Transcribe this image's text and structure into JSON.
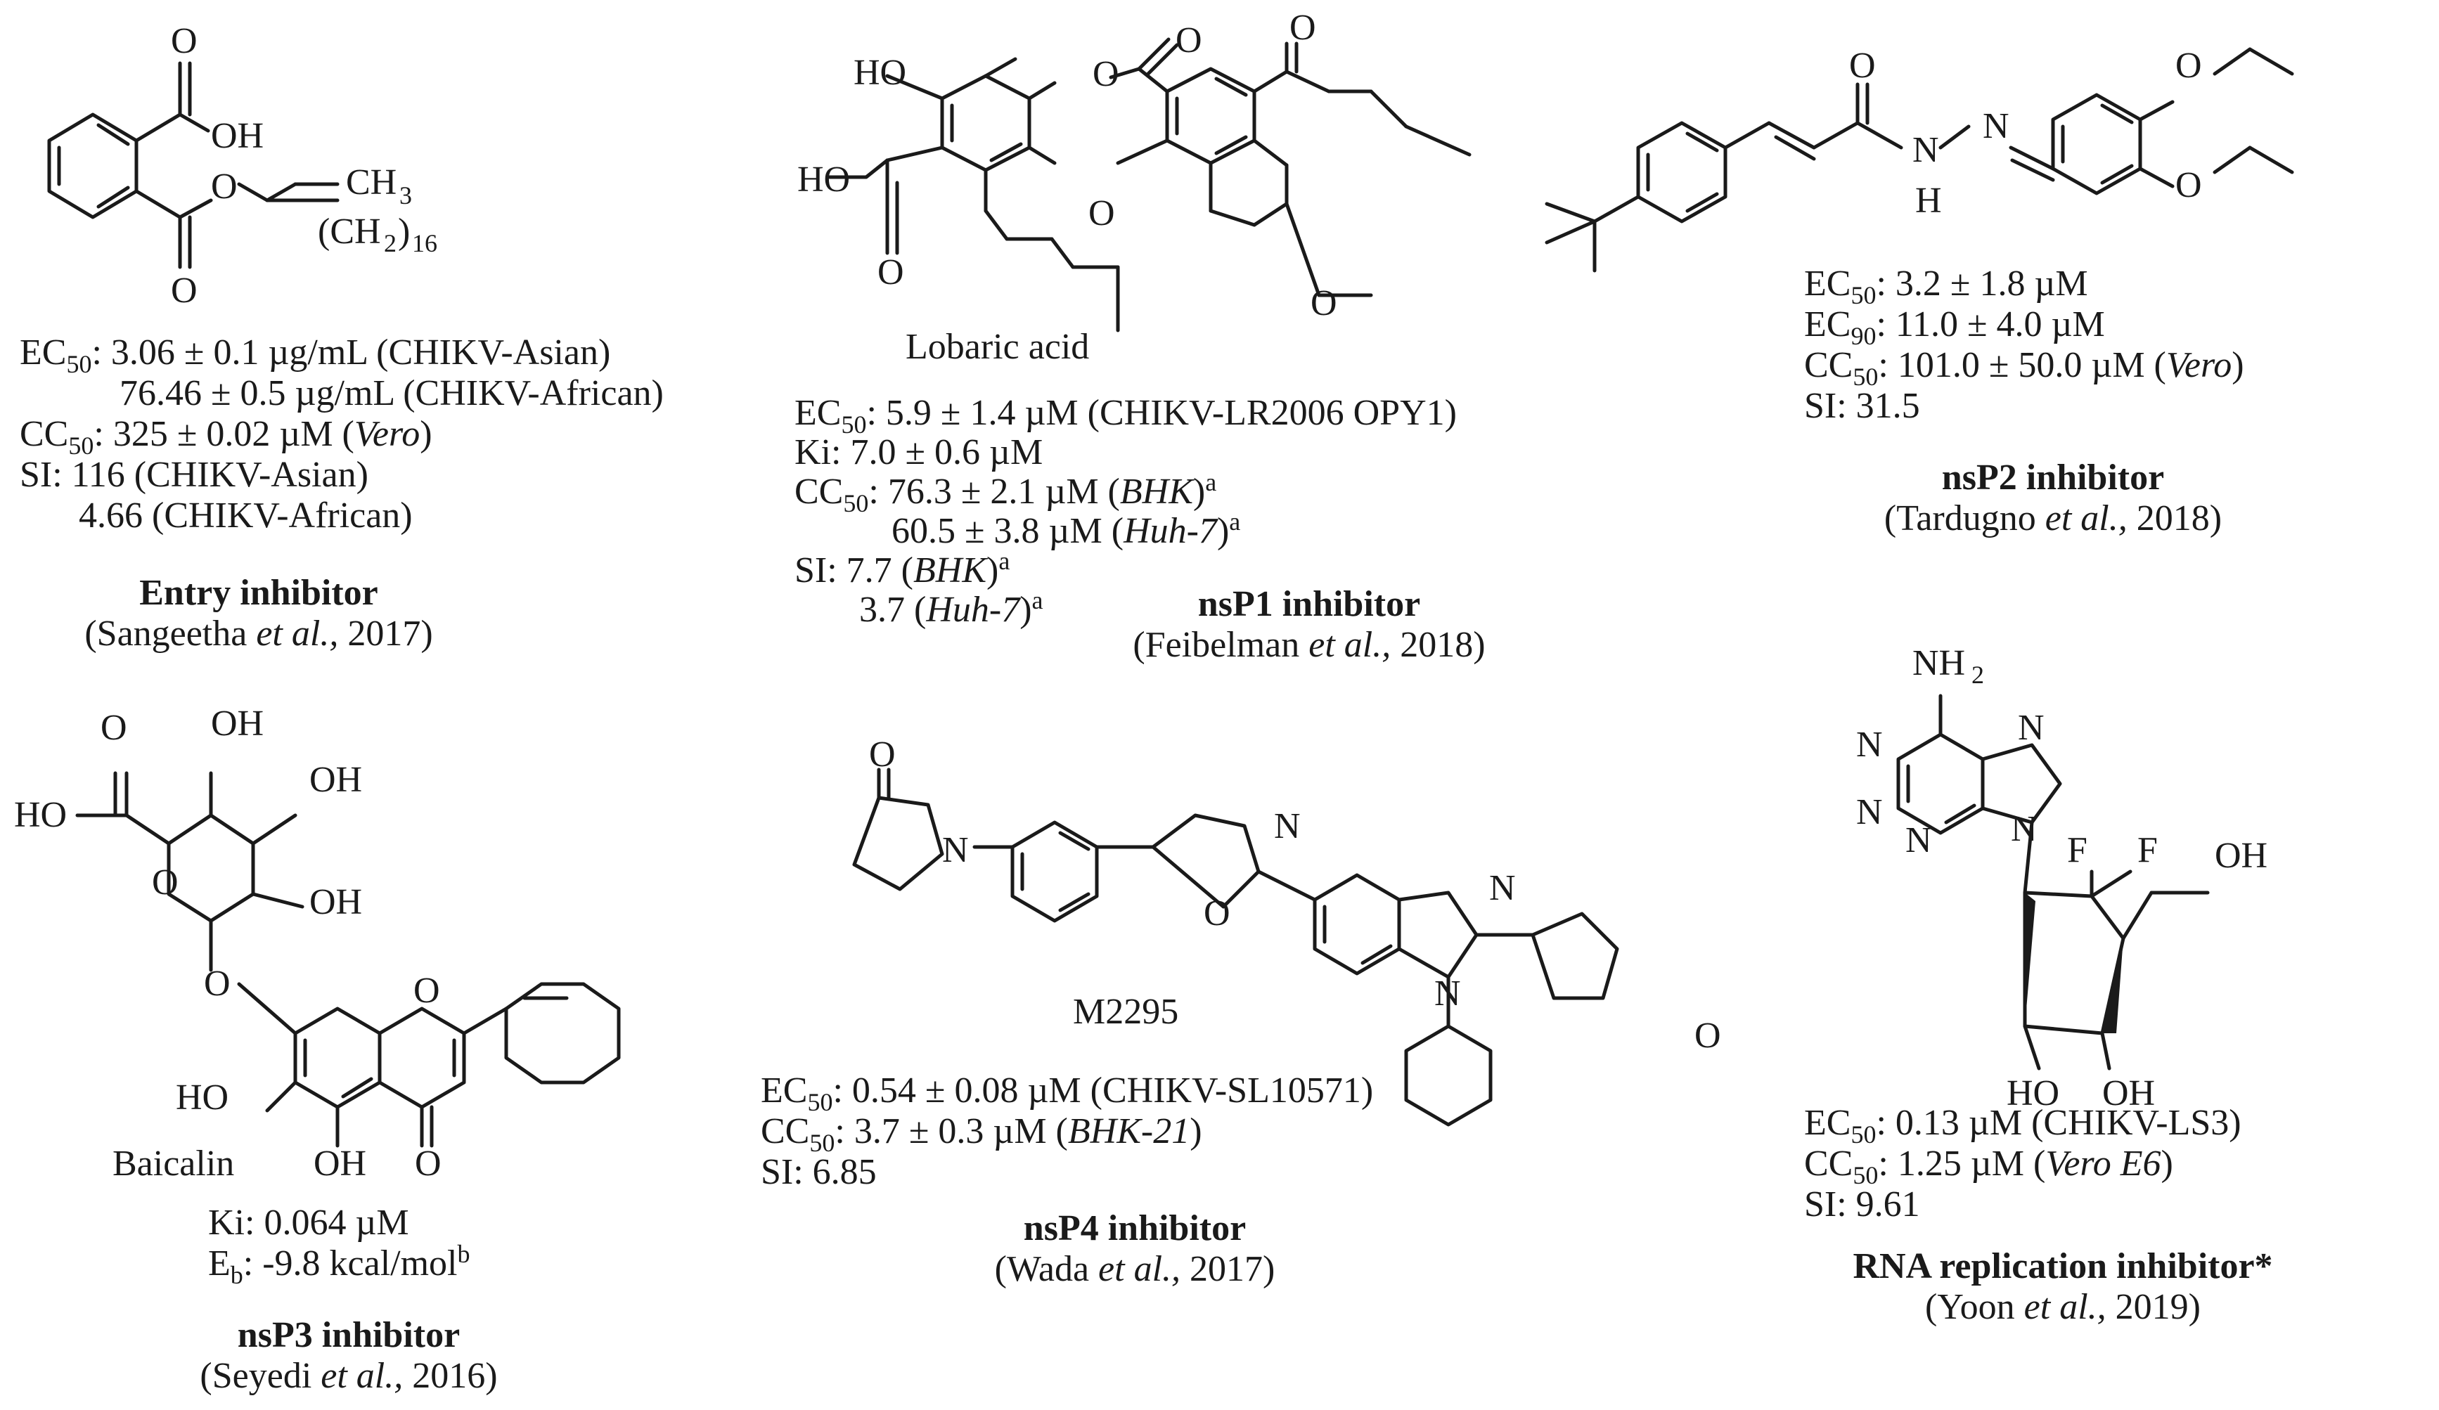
{
  "panels": {
    "entry": {
      "compound_label": "",
      "lines": [
        {
          "pre": "EC",
          "sub": "50",
          "text": ": 3.06 ± 0.1 µg/mL (CHIKV-Asian)"
        },
        {
          "pre": "",
          "sub": "",
          "text": "76.46 ± 0.5 µg/mL (CHIKV-African)"
        },
        {
          "pre": "CC",
          "sub": "50",
          "text": ": 325 ± 0.02 µM (",
          "italic": "Vero",
          "post": ")"
        },
        {
          "pre": "",
          "sub": "",
          "text": "SI: 116 (CHIKV-Asian)"
        },
        {
          "pre": "",
          "sub": "",
          "text": "4.66 (CHIKV-African)"
        }
      ],
      "title": "Entry inhibitor",
      "ref_author": "(Sangeetha ",
      "ref_etal": "et al.,",
      "ref_year": " 2017)"
    },
    "nsp1": {
      "compound_label": "Lobaric acid",
      "lines": [
        {
          "pre": "EC",
          "sub": "50",
          "text": ": 5.9 ± 1.4 µM (CHIKV-LR2006 OPY1)"
        },
        {
          "pre": "",
          "sub": "",
          "text": "Ki: 7.0 ± 0.6 µM"
        },
        {
          "pre": "CC",
          "sub": "50",
          "text": ": 76.3 ± 2.1 µM (",
          "italic": "BHK",
          "post": ")",
          "sup": "a"
        },
        {
          "pre": "",
          "sub": "",
          "text": "60.5 ± 3.8 µM (",
          "italic": "Huh-7",
          "post": ")",
          "sup": "a"
        },
        {
          "pre": "",
          "sub": "",
          "text": "SI: 7.7 (",
          "italic": "BHK",
          "post": ")",
          "sup": "a"
        },
        {
          "pre": "",
          "sub": "",
          "text": "3.7 (",
          "italic": "Huh-7",
          "post": ")",
          "sup": "a"
        }
      ],
      "title": "nsP1 inhibitor",
      "ref_author": "(Feibelman ",
      "ref_etal": "et al.,",
      "ref_year": " 2018)"
    },
    "nsp2": {
      "compound_label": "",
      "lines": [
        {
          "pre": "EC",
          "sub": "50",
          "text": ": 3.2 ± 1.8 µM"
        },
        {
          "pre": "EC",
          "sub": "90",
          "text": ": 11.0 ± 4.0 µM"
        },
        {
          "pre": "CC",
          "sub": "50",
          "text": ": 101.0 ± 50.0 µM (",
          "italic": "Vero",
          "post": ")"
        },
        {
          "pre": "",
          "sub": "",
          "text": "SI: 31.5"
        }
      ],
      "title": "nsP2 inhibitor",
      "ref_author": "(Tardugno ",
      "ref_etal": "et al.,",
      "ref_year": " 2018)"
    },
    "nsp3": {
      "compound_label": "Baicalin",
      "lines": [
        {
          "pre": "",
          "sub": "",
          "text": "Ki: 0.064 µM"
        },
        {
          "pre": "E",
          "sub": "b",
          "text": ": -9.8 kcal/mol",
          "sup": "b"
        }
      ],
      "title": "nsP3 inhibitor",
      "ref_author": "(Seyedi ",
      "ref_etal": "et al.,",
      "ref_year": " 2016)"
    },
    "nsp4": {
      "compound_label": "M2295",
      "lines": [
        {
          "pre": "EC",
          "sub": "50",
          "text": ": 0.54 ± 0.08 µM (CHIKV-SL10571)"
        },
        {
          "pre": "CC",
          "sub": "50",
          "text": ": 3.7 ± 0.3 µM (",
          "italic": "BHK-21",
          "post": ")"
        },
        {
          "pre": "",
          "sub": "",
          "text": "SI: 6.85"
        }
      ],
      "title": "nsP4 inhibitor",
      "ref_author": "(Wada ",
      "ref_etal": "et al.,",
      "ref_year": " 2017)"
    },
    "rna": {
      "compound_label": "",
      "lines": [
        {
          "pre": "EC",
          "sub": "50",
          "text": ": 0.13 µM (CHIKV-LS3)"
        },
        {
          "pre": "CC",
          "sub": "50",
          "text": ": 1.25 µM (",
          "italic": "Vero E6",
          "post": ")"
        },
        {
          "pre": "",
          "sub": "",
          "text": "SI: 9.61"
        }
      ],
      "title": "RNA replication inhibitor*",
      "ref_author": "(Yoon ",
      "ref_etal": "et al.,",
      "ref_year": " 2019)"
    }
  },
  "atoms": {
    "entry": [
      "O",
      "OH",
      "CH",
      "3",
      "O",
      "(CH",
      "2",
      ")",
      "16",
      "O"
    ],
    "nsp1": [
      "HO",
      "O",
      "O",
      "O",
      "HO",
      "O",
      "O",
      "O"
    ],
    "nsp2": [
      "O",
      "N",
      "N",
      "H",
      "O",
      "O"
    ],
    "nsp3": [
      "O",
      "OH",
      "HO",
      "OH",
      "O",
      "OH",
      "O",
      "O",
      "HO",
      "OH",
      "O"
    ],
    "nsp4": [
      "O",
      "N",
      "N",
      "O",
      "N",
      "N",
      "O"
    ],
    "rna": [
      "NH",
      "2",
      "N",
      "N",
      "N",
      "N",
      "N",
      "F",
      "F",
      "OH",
      "HO",
      "OH"
    ]
  }
}
